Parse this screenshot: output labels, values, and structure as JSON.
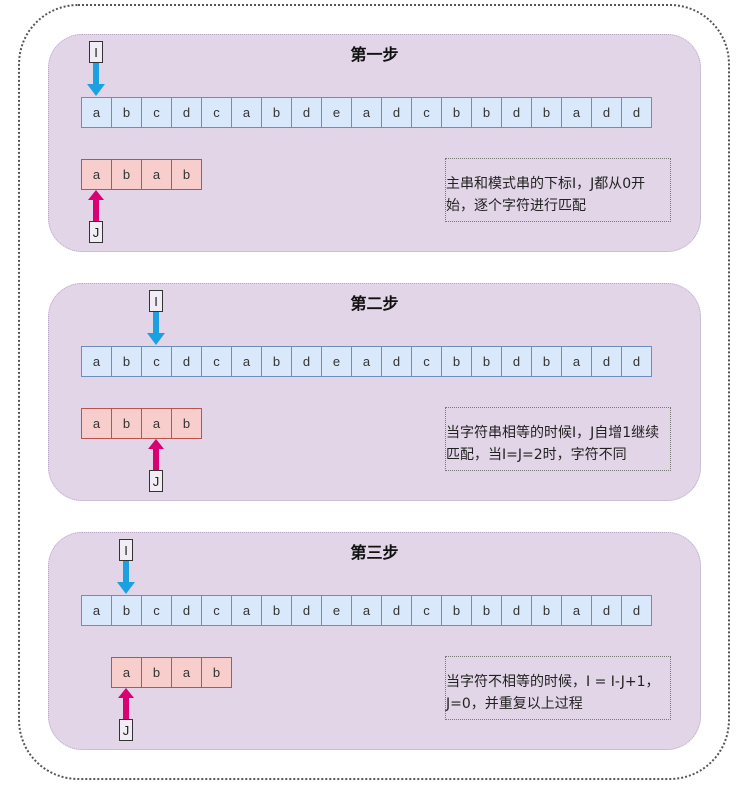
{
  "main_string": [
    "a",
    "b",
    "c",
    "d",
    "c",
    "a",
    "b",
    "d",
    "e",
    "a",
    "d",
    "c",
    "b",
    "b",
    "d",
    "b",
    "a",
    "d",
    "d"
  ],
  "pattern": [
    "a",
    "b",
    "a",
    "b"
  ],
  "pointer_labels": {
    "i": "I",
    "j": "J"
  },
  "colors": {
    "panel_bg": "#e1d5e7",
    "main_cell_fill": "#dae8fc",
    "main_cell_border": "#6c8ebf",
    "pattern_cell_fill": "#f8cecc",
    "pattern_cell_border": "#b85450",
    "i_arrow": "#1ba1e2",
    "j_arrow": "#d80073"
  },
  "steps": [
    {
      "title": "第一步",
      "i_index": 0,
      "j_index": 0,
      "pattern_offset": 0,
      "note": "主串和模式串的下标I，J都从0开始，逐个字符进行匹配"
    },
    {
      "title": "第二步",
      "i_index": 2,
      "j_index": 2,
      "pattern_offset": 0,
      "note": "当字符串相等的时候I，J自增1继续匹配，当I=J=2时，字符不同"
    },
    {
      "title": "第三步",
      "i_index": 1,
      "j_index": 0,
      "pattern_offset": 1,
      "note": "当字符不相等的时候，I = I-J+1，J=0，并重复以上过程"
    }
  ]
}
